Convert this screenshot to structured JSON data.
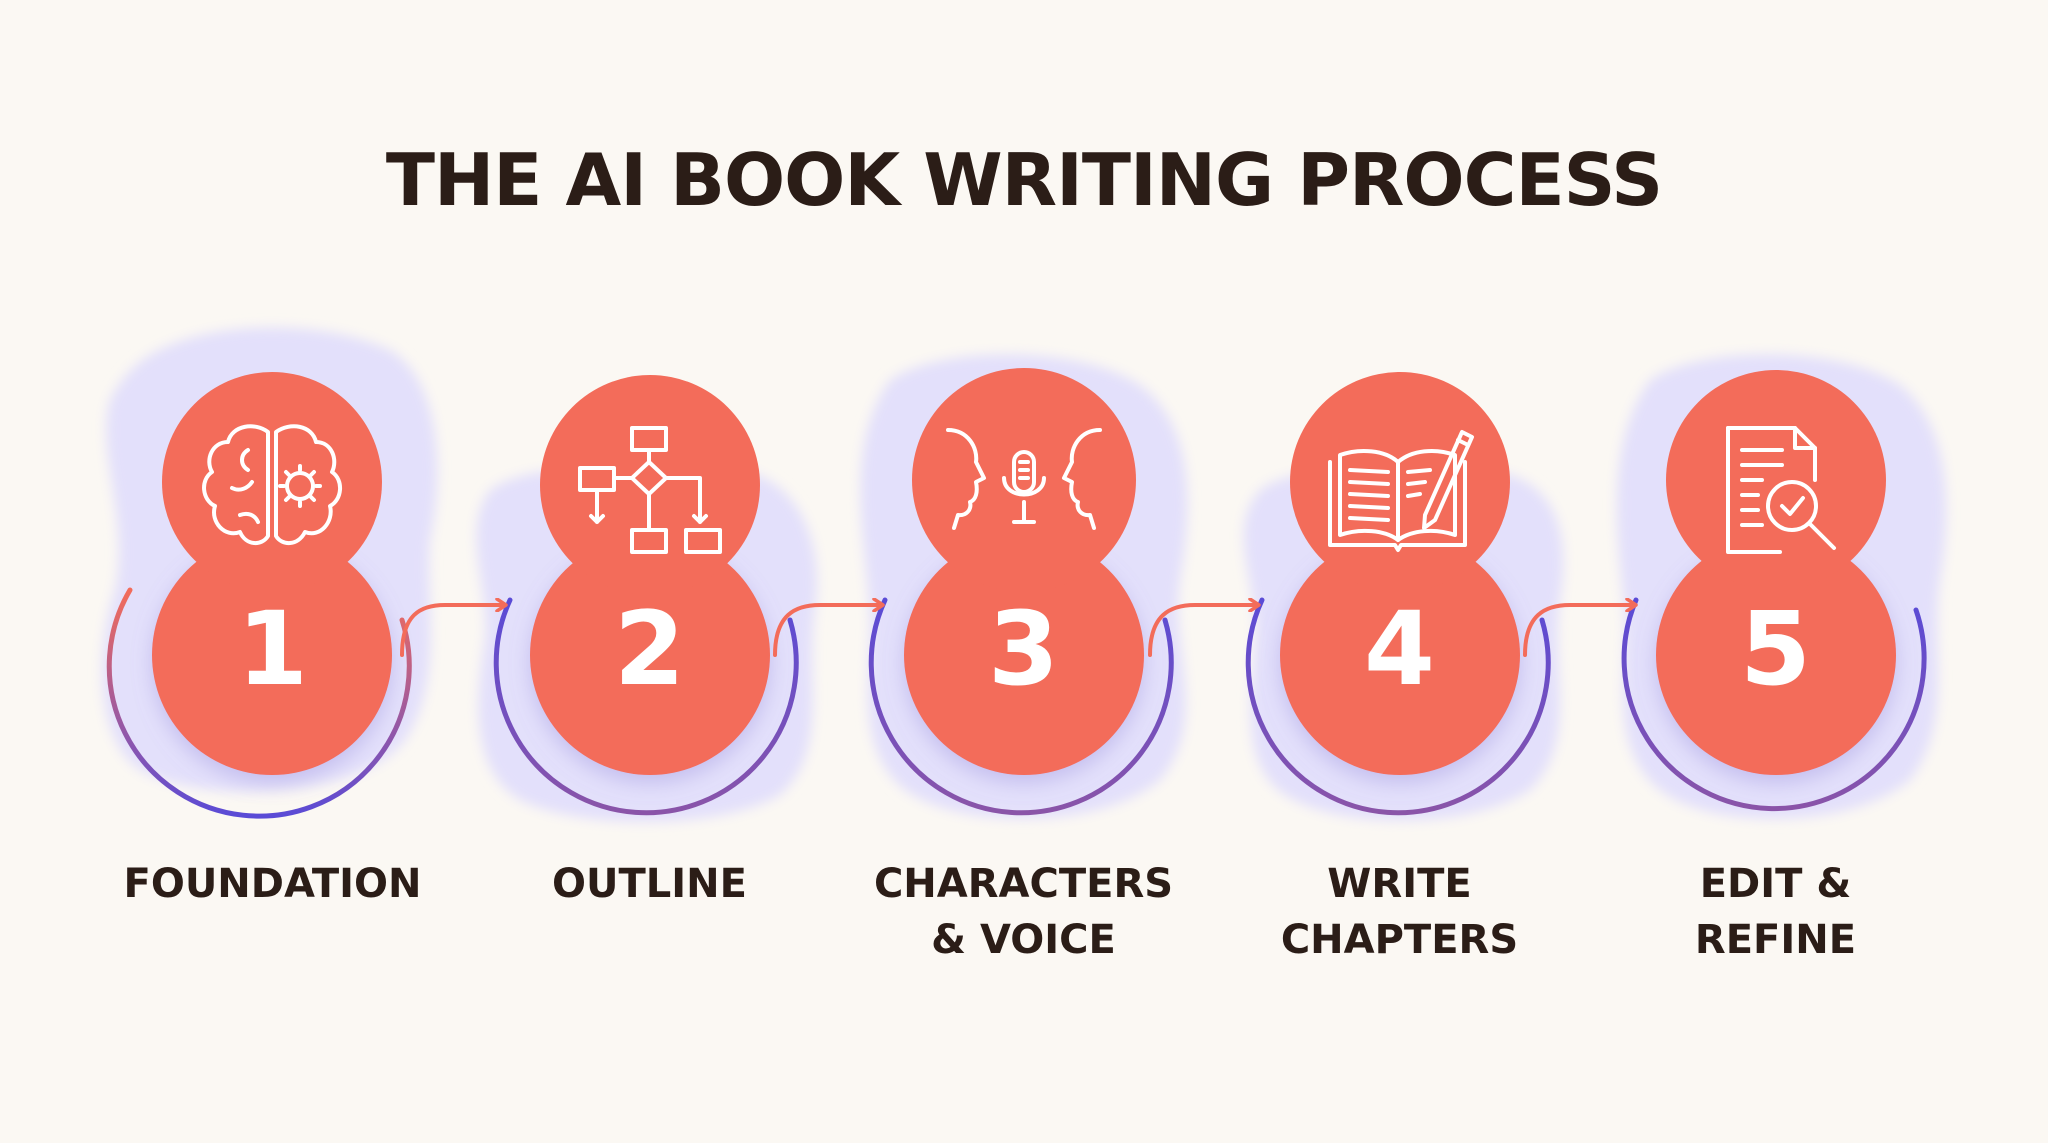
{
  "title": "THE AI BOOK WRITING PROCESS",
  "colors": {
    "background": "#fbf8f3",
    "coral": "#f36c5a",
    "lavender": "#e3e0fb",
    "purple": "#5a4bd6",
    "text": "#2b1d17"
  },
  "steps": [
    {
      "number": "1",
      "label_lines": [
        "FOUNDATION"
      ],
      "icon": "brain-gear-icon"
    },
    {
      "number": "2",
      "label_lines": [
        "OUTLINE"
      ],
      "icon": "flowchart-icon"
    },
    {
      "number": "3",
      "label_lines": [
        "CHARACTERS",
        "& VOICE"
      ],
      "icon": "faces-microphone-icon"
    },
    {
      "number": "4",
      "label_lines": [
        "WRITE",
        "CHAPTERS"
      ],
      "icon": "open-book-pen-icon"
    },
    {
      "number": "5",
      "label_lines": [
        "EDIT &",
        "REFINE"
      ],
      "icon": "document-magnifier-check-icon"
    }
  ]
}
